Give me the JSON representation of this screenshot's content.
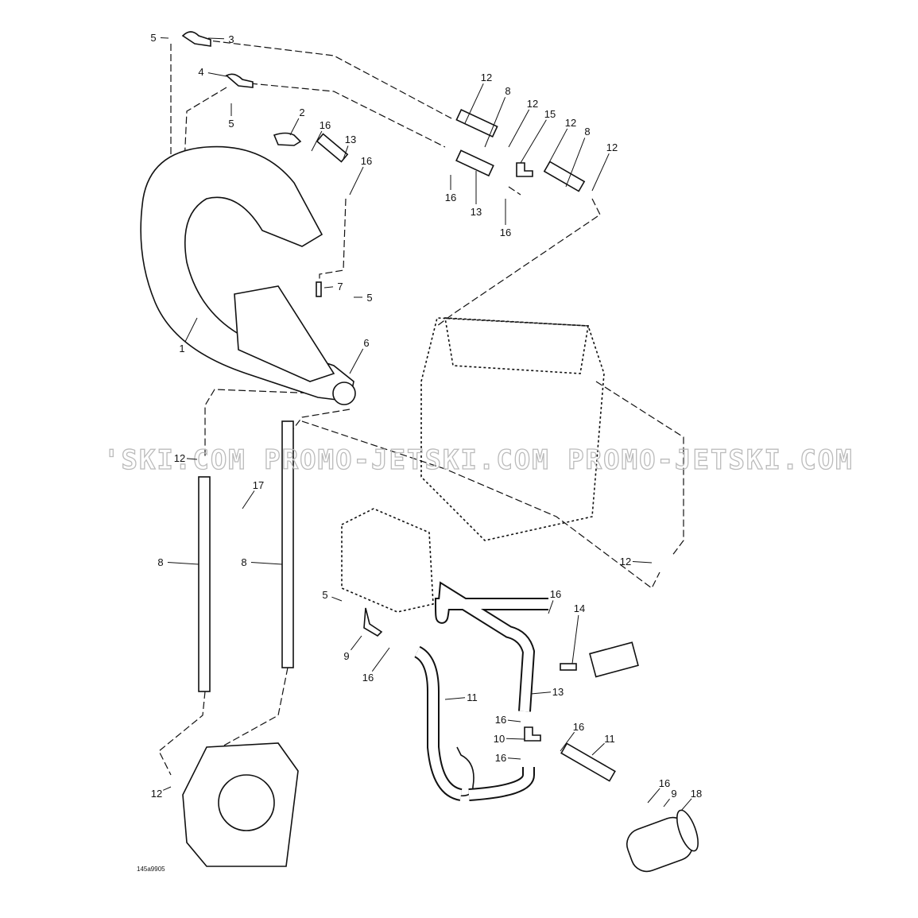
{
  "diagram": {
    "title": "Cooling system parts diagram",
    "callouts": [
      "5",
      "3",
      "4",
      "5",
      "2",
      "16",
      "13",
      "16",
      "12",
      "8",
      "12",
      "15",
      "12",
      "8",
      "12",
      "16",
      "13",
      "16",
      "7",
      "5",
      "1",
      "6",
      "12",
      "17",
      "8",
      "8",
      "12",
      "5",
      "16",
      "14",
      "9",
      "16",
      "11",
      "13",
      "16",
      "16",
      "10",
      "11",
      "16",
      "16",
      "9",
      "18",
      "12"
    ],
    "watermark": "'SKI.COM  PROMO-JETSKI.COM  PROMO-JETSKI.COM",
    "drawing_code": "145a9905"
  }
}
